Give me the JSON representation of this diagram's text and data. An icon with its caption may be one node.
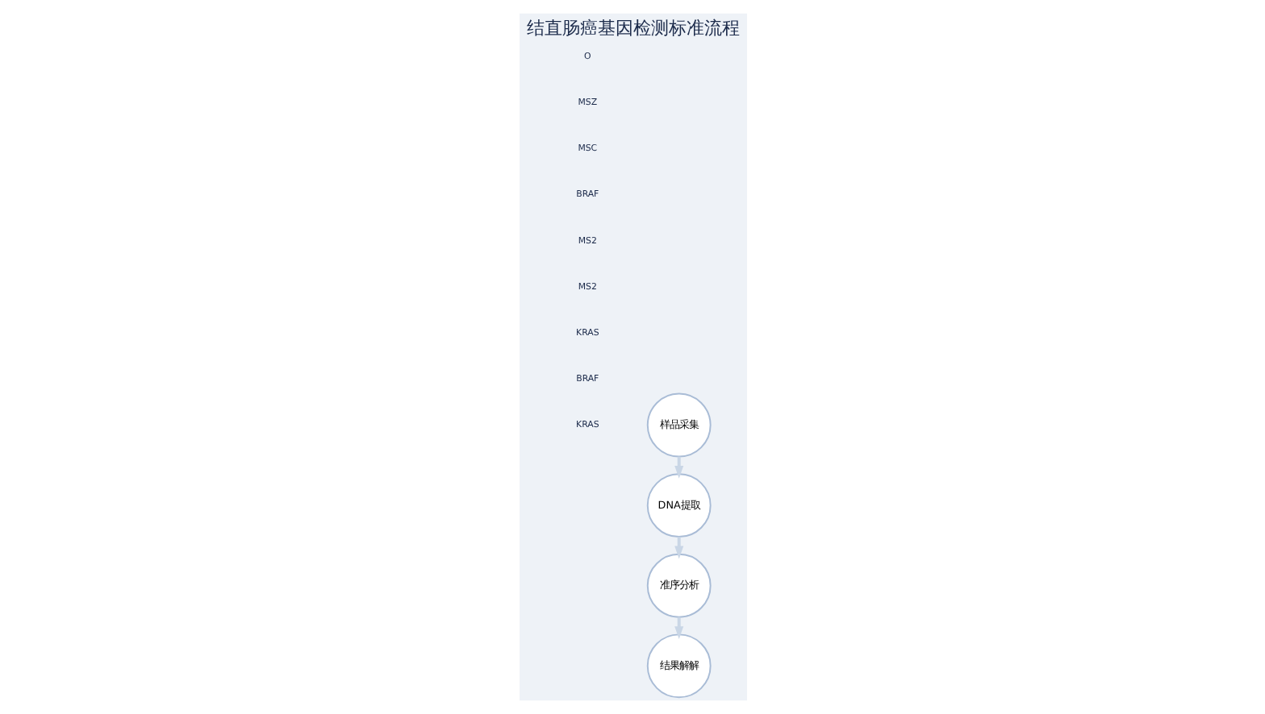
{
  "diagram": {
    "title": "结直肠癌基因检测标准流程",
    "nodes": [
      {
        "text": [
          "样品采集"
        ]
      },
      {
        "text": [
          "DNA提取"
        ]
      },
      {
        "text": [
          "准序分析"
        ]
      },
      {
        "text": [
          "结果解解"
        ]
      }
    ],
    "edges": [
      {
        "from": 0,
        "to": 1,
        "arrow": "to"
      },
      {
        "from": 1,
        "to": 2,
        "arrow": "to"
      },
      {
        "from": 2,
        "to": 3,
        "arrow": "to"
      }
    ],
    "labels": [
      "KRAS",
      "BRAF",
      "KRAS",
      "MS2",
      "MS2",
      "BRAF",
      "MSC",
      "MSZ",
      "O"
    ]
  }
}
